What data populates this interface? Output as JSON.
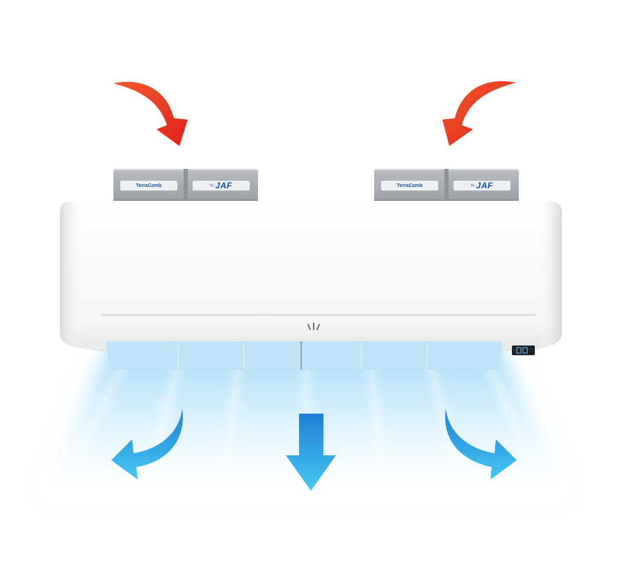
{
  "filters": [
    {
      "brand_label": "TerraComb",
      "maker_prefix": "by",
      "maker_label": "JAF"
    },
    {
      "brand_label": "TerraComb",
      "maker_prefix": "by",
      "maker_label": "JAF"
    }
  ],
  "colors": {
    "intake_arrow": "#e8321d",
    "outflow_arrow": "#2d9fe6",
    "airflow": "#bfe6fb",
    "unit_body": "#f7f7f8",
    "filter_housing": "#a9adb2"
  },
  "icons": [
    "intake-arrow-icon",
    "outflow-arrow-icon",
    "display-panel-icon"
  ]
}
